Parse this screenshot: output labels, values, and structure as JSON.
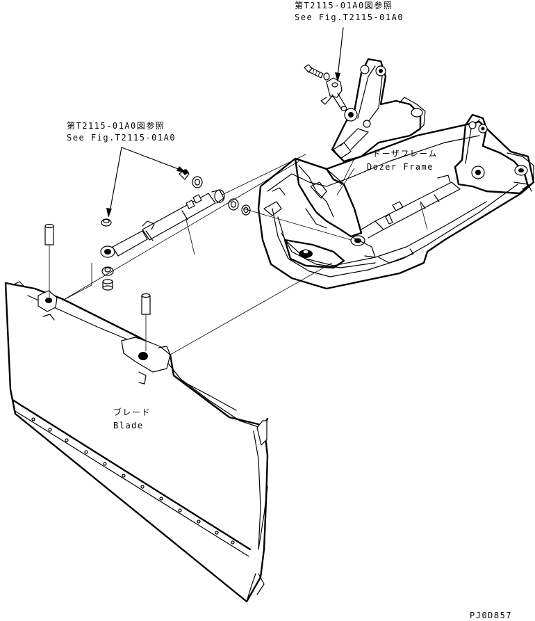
{
  "callouts": {
    "top_ref_jp": "第T2115-01A0図参照",
    "top_ref_en": "See Fig.T2115-01A0",
    "left_ref_jp": "第T2115-01A0図参照",
    "left_ref_en": "See Fig.T2115-01A0"
  },
  "parts": {
    "dozer_frame_jp": "ドーザフレーム",
    "dozer_frame_en": "Dozer Frame",
    "blade_jp": "ブレード",
    "blade_en": "Blade"
  },
  "drawing_code": "PJ0D857"
}
